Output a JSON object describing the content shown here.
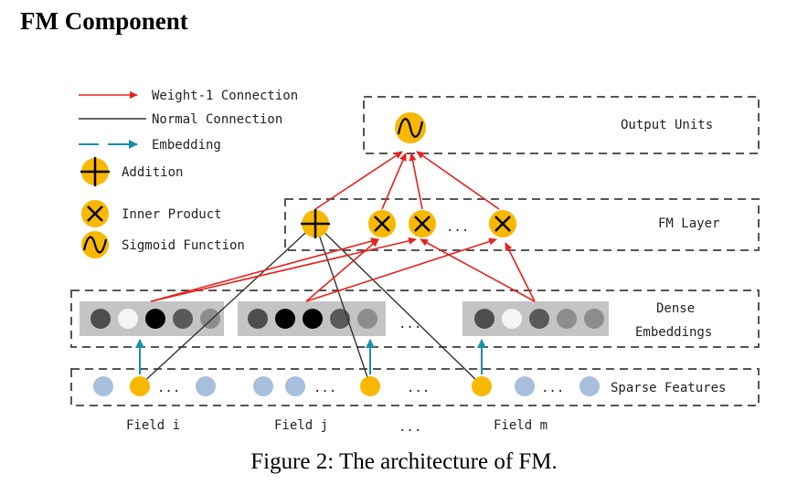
{
  "heading": "FM Component",
  "caption": "Figure 2: The architecture of FM.",
  "legend": {
    "weight1": "Weight-1 Connection",
    "normal": "Normal Connection",
    "embedding": "Embedding",
    "addition": "Addition",
    "inner_product": "Inner Product",
    "sigmoid": "Sigmoid Function"
  },
  "layers": {
    "output": "Output Units",
    "fm": "FM Layer",
    "dense_1": "Dense",
    "dense_2": "Embeddings",
    "sparse": "Sparse Features"
  },
  "fields": {
    "i": "Field i",
    "j": "Field j",
    "dots": "...",
    "m": "Field m"
  },
  "dots": "...",
  "colors": {
    "weight1": "#e8221d",
    "normal": "#333333",
    "embedding": "#1a8fa8",
    "node": "#f8b800",
    "sparse_inactive": "#a7bfdd"
  }
}
